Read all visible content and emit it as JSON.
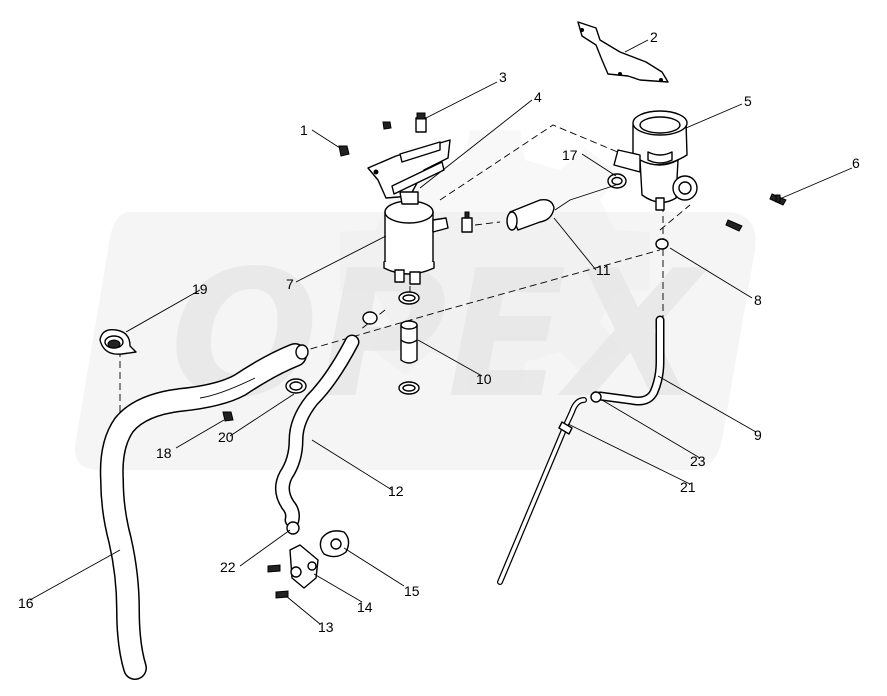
{
  "watermark": "OPEX",
  "callouts": [
    {
      "id": "c1",
      "text": "1"
    },
    {
      "id": "c2",
      "text": "2"
    },
    {
      "id": "c3",
      "text": "3"
    },
    {
      "id": "c4",
      "text": "4"
    },
    {
      "id": "c5",
      "text": "5"
    },
    {
      "id": "c6",
      "text": "6"
    },
    {
      "id": "c7",
      "text": "7"
    },
    {
      "id": "c8",
      "text": "8"
    },
    {
      "id": "c9",
      "text": "9"
    },
    {
      "id": "c10",
      "text": "10"
    },
    {
      "id": "c11",
      "text": "11"
    },
    {
      "id": "c12",
      "text": "12"
    },
    {
      "id": "c13",
      "text": "13"
    },
    {
      "id": "c14",
      "text": "14"
    },
    {
      "id": "c15",
      "text": "15"
    },
    {
      "id": "c16",
      "text": "16"
    },
    {
      "id": "c17",
      "text": "17"
    },
    {
      "id": "c18",
      "text": "18"
    },
    {
      "id": "c19",
      "text": "19"
    },
    {
      "id": "c20",
      "text": "20"
    },
    {
      "id": "c21",
      "text": "21"
    },
    {
      "id": "c22",
      "text": "22"
    },
    {
      "id": "c23",
      "text": "23"
    }
  ]
}
